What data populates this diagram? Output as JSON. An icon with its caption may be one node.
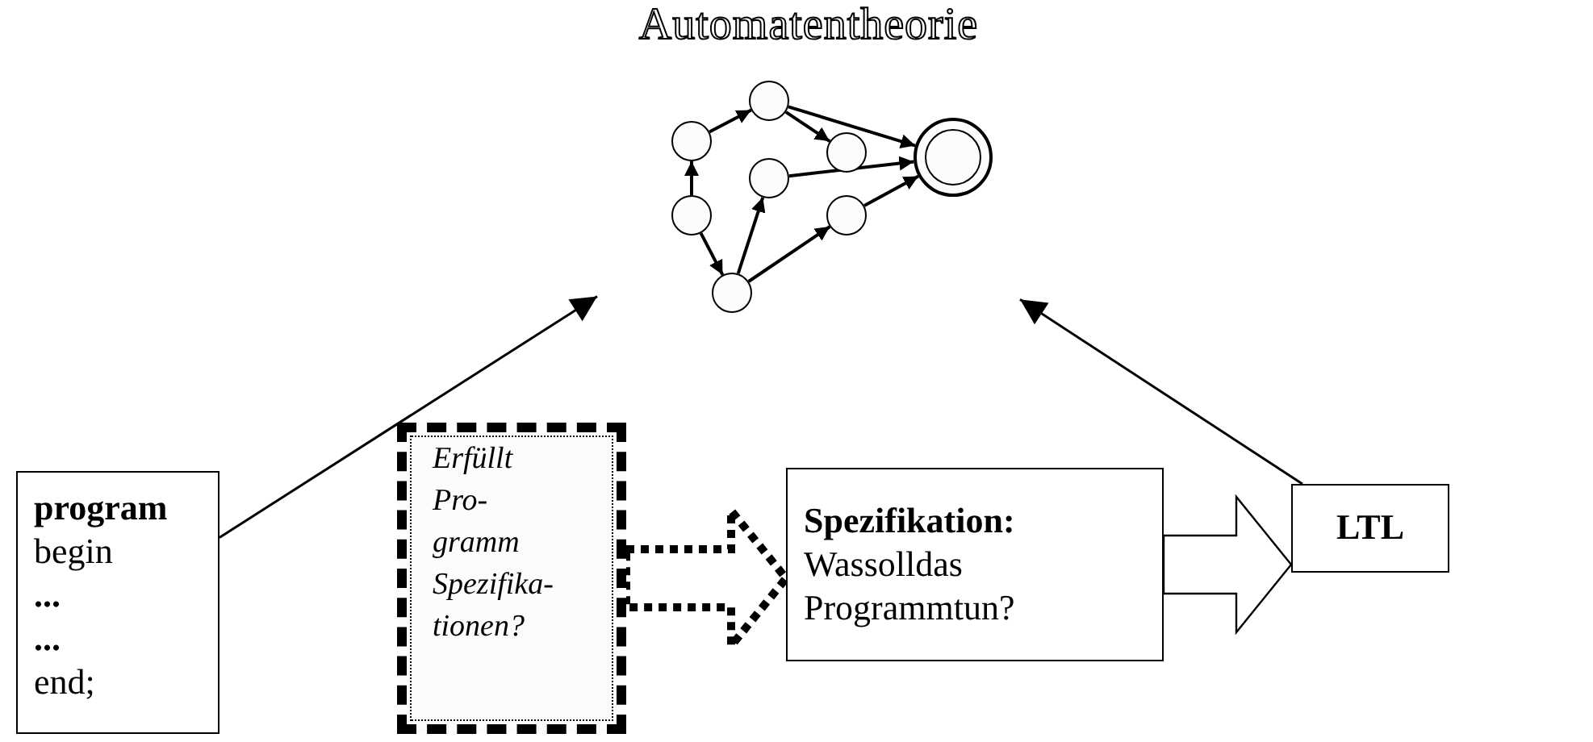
{
  "diagram": {
    "nodes": [
      {
        "text": [
          "**program** begin **...** **...** end;"
        ]
      },
      {
        "text": [
          "Automatentheorie"
        ]
      },
      {
        "text": [],
        "shape": "circle",
        "in": 1
      },
      {
        "text": [],
        "shape": "circle",
        "in": 1
      },
      {
        "text": [],
        "shape": "circle",
        "in": 1
      },
      {
        "text": [],
        "shape": "circle",
        "in": 1
      },
      {
        "text": [],
        "shape": "circle",
        "in": 1
      },
      {
        "text": [],
        "shape": "circle",
        "in": 1
      },
      {
        "text": [],
        "shape": "circle",
        "in": 1
      },
      {
        "text": [],
        "shape": "circle",
        "in": 1
      },
      {
        "text": [
          "Erfüllt Pro- gramm Spezifika- tionen?"
        ]
      },
      {
        "text": [
          "Spezifikation:",
          "Wassolldas Programmtun?"
        ]
      },
      {
        "text": [
          "LTL"
        ]
      }
    ],
    "edges": [
      {
        "from": 0,
        "to": 1,
        "arrow": "to"
      },
      {
        "from": 12,
        "to": 1,
        "arrow": "to"
      },
      {
        "from": 10,
        "to": 11,
        "arrow": "to",
        "style": "dashed"
      },
      {
        "from": 11,
        "to": 12,
        "arrow": "to",
        "style": "thick"
      },
      {
        "from": 2,
        "to": 5,
        "arrow": "to"
      },
      {
        "from": 5,
        "to": 7,
        "arrow": "to"
      },
      {
        "from": 5,
        "to": 9,
        "arrow": "to"
      },
      {
        "from": 3,
        "to": 2,
        "arrow": "to"
      },
      {
        "from": 3,
        "to": 4,
        "arrow": "to"
      },
      {
        "from": 4,
        "to": 6,
        "arrow": "to"
      },
      {
        "from": 4,
        "to": 8,
        "arrow": "to"
      },
      {
        "from": 6,
        "to": 9,
        "arrow": "to"
      },
      {
        "from": 8,
        "to": 9,
        "arrow": "to"
      }
    ]
  }
}
